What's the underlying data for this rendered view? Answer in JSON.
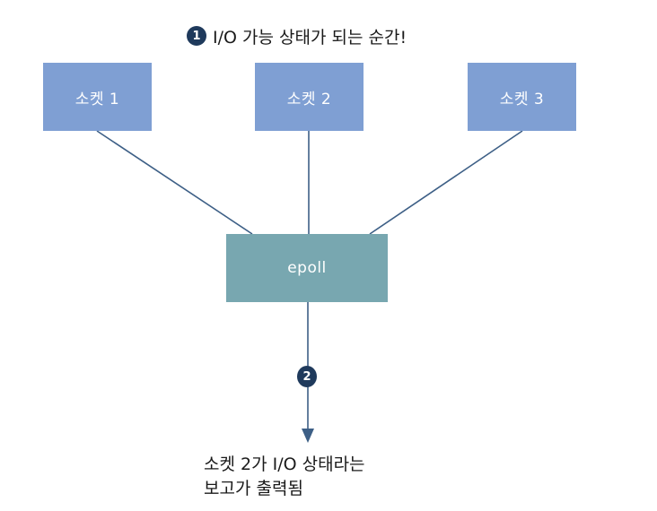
{
  "step1": {
    "number": "1",
    "label": "I/O 가능 상태가 되는 순간!"
  },
  "sockets": [
    {
      "label": "소켓 1"
    },
    {
      "label": "소켓 2"
    },
    {
      "label": "소켓 3"
    }
  ],
  "epoll": {
    "label": "epoll"
  },
  "step2": {
    "number": "2"
  },
  "result": {
    "line1": "소켓 2가 I/O 상태라는",
    "line2": "보고가 출력됨"
  },
  "colors": {
    "socket_fill": "#7f9fd3",
    "epoll_fill": "#78a7b0",
    "line": "#3d5f86",
    "badge": "#1f3a5c"
  }
}
